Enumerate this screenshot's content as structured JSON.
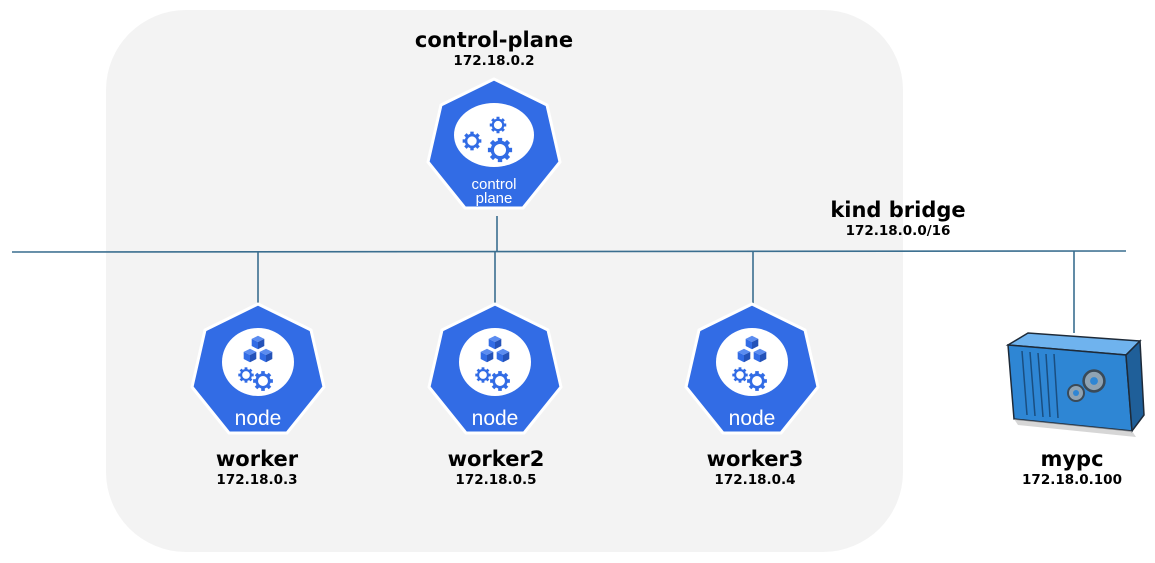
{
  "nodes": {
    "control_plane": {
      "name": "control-plane",
      "ip": "172.18.0.2",
      "icon_text_1": "control",
      "icon_text_2": "plane"
    },
    "worker": {
      "name": "worker",
      "ip": "172.18.0.3",
      "icon_text": "node"
    },
    "worker2": {
      "name": "worker2",
      "ip": "172.18.0.5",
      "icon_text": "node"
    },
    "worker3": {
      "name": "worker3",
      "ip": "172.18.0.4",
      "icon_text": "node"
    },
    "mypc": {
      "name": "mypc",
      "ip": "172.18.0.100",
      "icon": "container-icon"
    }
  },
  "bridge": {
    "name": "kind bridge",
    "subnet": "172.18.0.0/16"
  },
  "colors": {
    "k8s_blue": "#326CE5",
    "cluster_bg": "#F3F3F3",
    "line": "#3A6E8F",
    "container_blue": "#2E86D4"
  }
}
